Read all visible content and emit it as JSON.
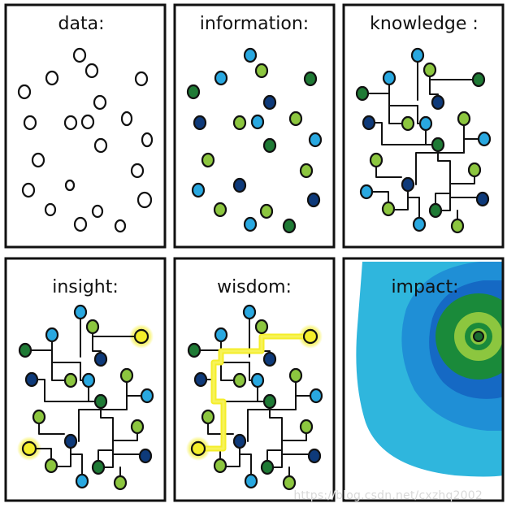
{
  "panels": [
    {
      "id": "data",
      "title": "data:"
    },
    {
      "id": "information",
      "title": "information:"
    },
    {
      "id": "knowledge",
      "title": "knowledge :"
    },
    {
      "id": "insight",
      "title": "insight:"
    },
    {
      "id": "wisdom",
      "title": "wisdom:"
    },
    {
      "id": "impact",
      "title": "impact:"
    }
  ],
  "watermark": "https://blog.csdn.net/cxzhq2002",
  "colors": {
    "outline": "#111111",
    "dark_green": "#1f7a35",
    "light_green": "#8cc63f",
    "dark_blue": "#0e3a7a",
    "light_blue": "#29a8e0",
    "highlight": "#f4ee2a",
    "impact_rings": [
      "#2fb6dd",
      "#1f8fd6",
      "#1569c4",
      "#1a8a3a",
      "#8cc63f",
      "#1a8a3a",
      "#8cc63f"
    ]
  },
  "icons": {
    "node": "circle-node-icon",
    "link": "connector-line"
  }
}
